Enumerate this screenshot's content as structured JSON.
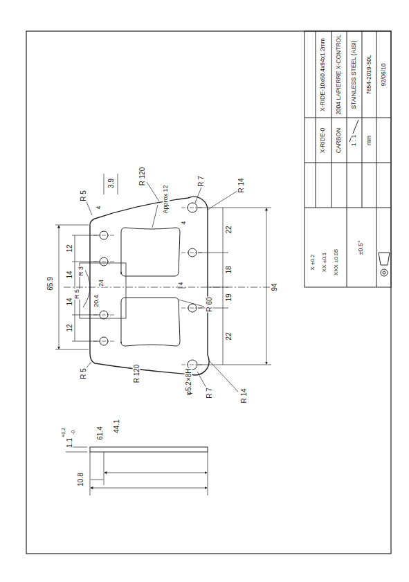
{
  "diagram": {
    "labels": [
      "R 5",
      "3.9",
      "4",
      "R 120",
      "Approx 12",
      "4",
      "R 7",
      "R 14",
      "65.9",
      "12",
      "14",
      "R 3",
      "R 5",
      "24",
      "20.4",
      "14",
      "12",
      "4",
      "22",
      "18",
      "19",
      "22",
      "R 60",
      "94",
      "R 5",
      "R 120",
      "φ5.2×8H",
      "R 7",
      "R 14",
      "1.1",
      "+0.2",
      "-0",
      "10.8",
      "44.1",
      "61.4",
      "X-RIDE-10x60.4x94x1.2mm",
      "2004 LAPIERRE X-CONTROL",
      "STAINLESS STEEL (AISI)",
      "7654-2019-50L",
      "92/06/10",
      "X-RIDE-0",
      "CARBON",
      "1 : 1",
      "mm",
      "X ±0.2",
      "XX ±0.1",
      "XXX ±0.05",
      "±0.5°"
    ]
  }
}
